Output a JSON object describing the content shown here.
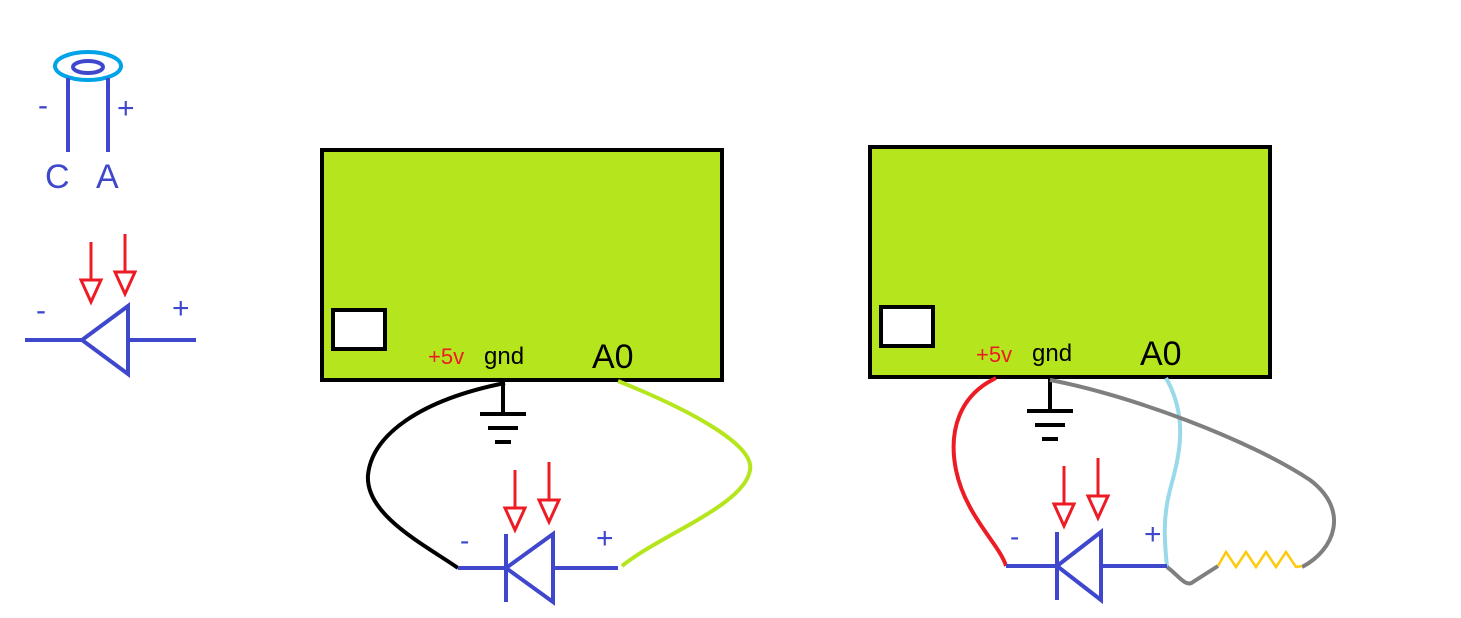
{
  "colors": {
    "board": "#b5e61d",
    "outline": "#000000",
    "component": "#3f48cc",
    "arrow": "#ed1c24",
    "lens": "#00a2e8",
    "black_wire": "#000000",
    "green_wire": "#b5e61d",
    "red_wire": "#ed1c24",
    "light_blue_wire": "#99d9ea",
    "gray_wire": "#7f7f7f",
    "resistor": "#ffc90e",
    "label_5v": "#ed1c24"
  },
  "legend": {
    "photodiode_package": {
      "minus": "-",
      "plus": "+",
      "cathode": "C",
      "anode": "A"
    },
    "photodiode_symbol": {
      "minus": "-",
      "plus": "+"
    }
  },
  "circuit_left": {
    "pin_5v": "+5v",
    "pin_gnd": "gnd",
    "pin_a0": "A0",
    "diode_minus": "-",
    "diode_plus": "+"
  },
  "circuit_right": {
    "pin_5v": "+5v",
    "pin_gnd": "gnd",
    "pin_a0": "A0",
    "diode_minus": "-",
    "diode_plus": "+"
  },
  "icons": [
    "photodiode-package-icon",
    "photodiode-symbol-icon",
    "ground-symbol-icon",
    "resistor-icon",
    "light-arrow-icon"
  ]
}
